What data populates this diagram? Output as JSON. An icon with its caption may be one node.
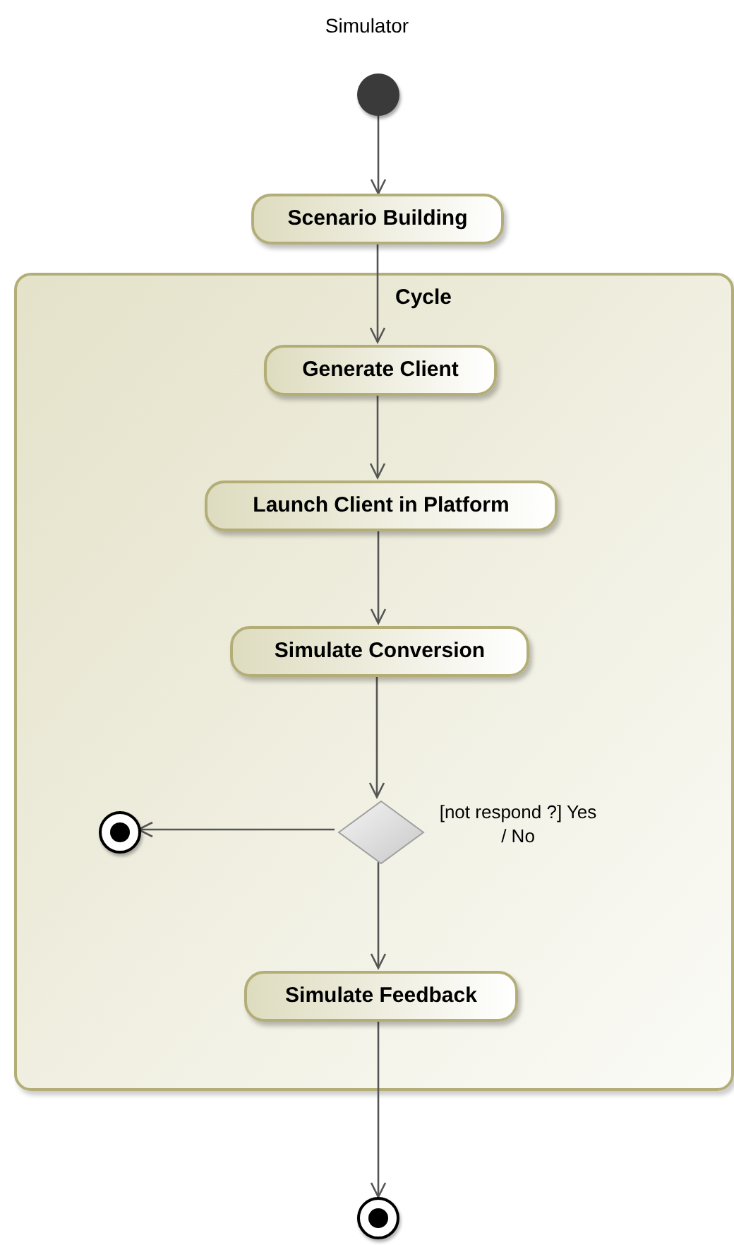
{
  "diagram": {
    "title": "Simulator",
    "nodes": [
      {
        "text": [],
        "shape": "circle"
      },
      {
        "text": [
          "Scenario Building"
        ]
      },
      {
        "text": [
          "Cycle"
        ]
      },
      {
        "text": [
          "Generate Client"
        ],
        "in": 2
      },
      {
        "text": [
          "Launch Client in Platform"
        ],
        "in": 2
      },
      {
        "text": [
          "Simulate Conversion"
        ],
        "in": 2
      },
      {
        "text": [],
        "shape": "diamond",
        "in": 2,
        "beside": [
          "[not respond ?] Yes / No"
        ]
      },
      {
        "text": [],
        "shape": "circle",
        "in": 2
      },
      {
        "text": [
          "Simulate Feedback"
        ],
        "in": 2
      },
      {
        "text": [],
        "shape": "circle"
      }
    ],
    "edges": [
      {
        "from": 0,
        "to": 1,
        "arrow": "to"
      },
      {
        "from": 1,
        "to": 3,
        "arrow": "to"
      },
      {
        "from": 3,
        "to": 4,
        "arrow": "to"
      },
      {
        "from": 4,
        "to": 5,
        "arrow": "to"
      },
      {
        "from": 5,
        "to": 6,
        "arrow": "to"
      },
      {
        "from": 6,
        "to": 7,
        "arrow": "to"
      },
      {
        "from": 6,
        "to": 8,
        "arrow": "to"
      },
      {
        "from": 8,
        "to": 9,
        "arrow": "to"
      }
    ]
  }
}
